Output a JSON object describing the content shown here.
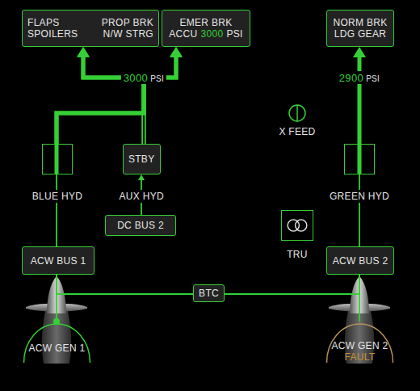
{
  "diagram": {
    "nodes": [
      {
        "text": [
          "FLAPS",
          "PROP BRK",
          "SPOILERS",
          "N/W STRG"
        ]
      },
      {
        "text": [
          "EMER BRK",
          "ACCU",
          "3000",
          "PSI"
        ]
      },
      {
        "text": [
          "NORM BRK",
          "LDG GEAR"
        ]
      },
      {
        "text": [
          "BLUE HYD"
        ]
      },
      {
        "text": [
          "STBY",
          "AUX HYD"
        ]
      },
      {
        "text": [
          "DC BUS 2"
        ]
      },
      {
        "text": [
          "GREEN HYD"
        ]
      },
      {
        "text": [
          "X FEED"
        ]
      },
      {
        "text": [
          "TRU"
        ]
      },
      {
        "text": [
          "ACW BUS 1"
        ]
      },
      {
        "text": [
          "ACW BUS 2"
        ]
      },
      {
        "text": [
          "BTC"
        ]
      },
      {
        "text": [
          "ACW GEN 1"
        ]
      },
      {
        "text": [
          "ACW GEN 2",
          "FAULT"
        ]
      }
    ],
    "edges": [
      {
        "from": 3,
        "to": 0,
        "arrow": "to"
      },
      {
        "from": 3,
        "to": 1,
        "arrow": "to"
      },
      {
        "from": 4,
        "to": 0,
        "arrow": "to"
      },
      {
        "from": 4,
        "to": 1,
        "arrow": "to"
      },
      {
        "from": 6,
        "to": 2,
        "arrow": "to"
      },
      {
        "from": 5,
        "to": 4,
        "arrow": "to"
      },
      {
        "from": 9,
        "to": 3,
        "arrow": "none"
      },
      {
        "from": 10,
        "to": 6,
        "arrow": "none"
      },
      {
        "from": 12,
        "to": 9,
        "arrow": "none"
      },
      {
        "from": 13,
        "to": 10,
        "arrow": "none"
      },
      {
        "from": 9,
        "to": 11,
        "arrow": "none"
      },
      {
        "from": 11,
        "to": 10,
        "arrow": "none"
      }
    ],
    "labels": [
      "3000",
      "PSI",
      "2900",
      "PSI"
    ]
  }
}
